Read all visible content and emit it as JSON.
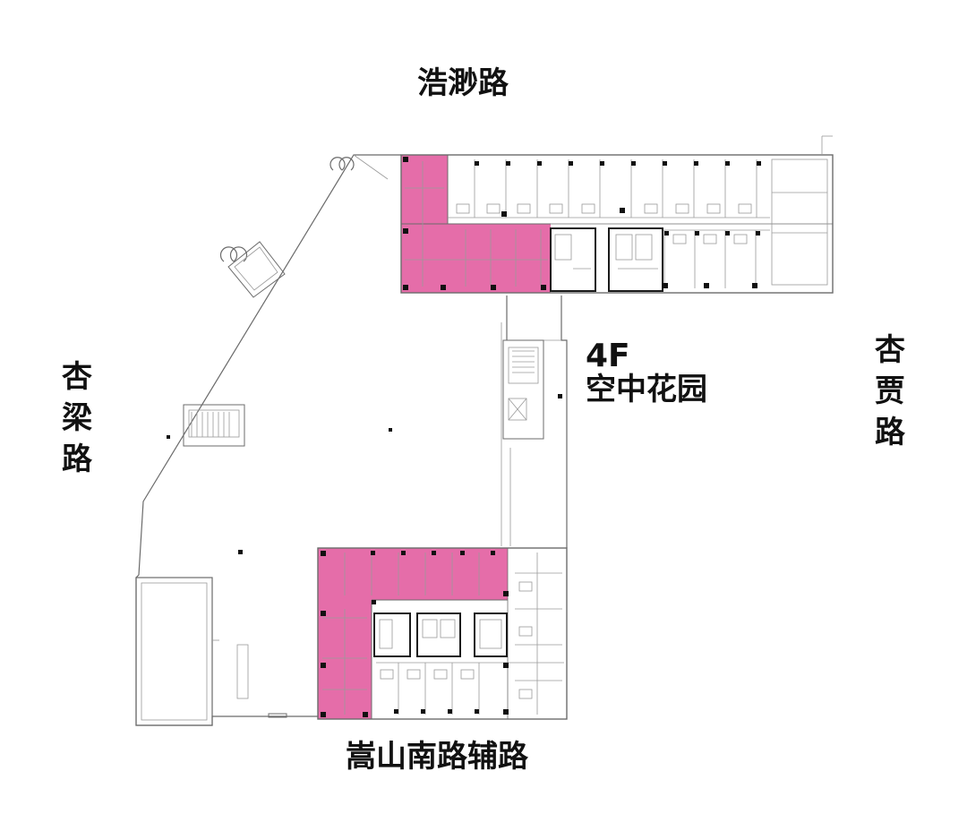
{
  "roads": {
    "top": "浩渺路",
    "bottom": "嵩山南路辅路",
    "left": "杏梁路",
    "right": "杏贾路"
  },
  "floor": {
    "number": "4F",
    "name": "空中花园"
  },
  "colors": {
    "highlight": "#e0539a",
    "walls": "#6b6b6b",
    "columns": "#111111"
  }
}
